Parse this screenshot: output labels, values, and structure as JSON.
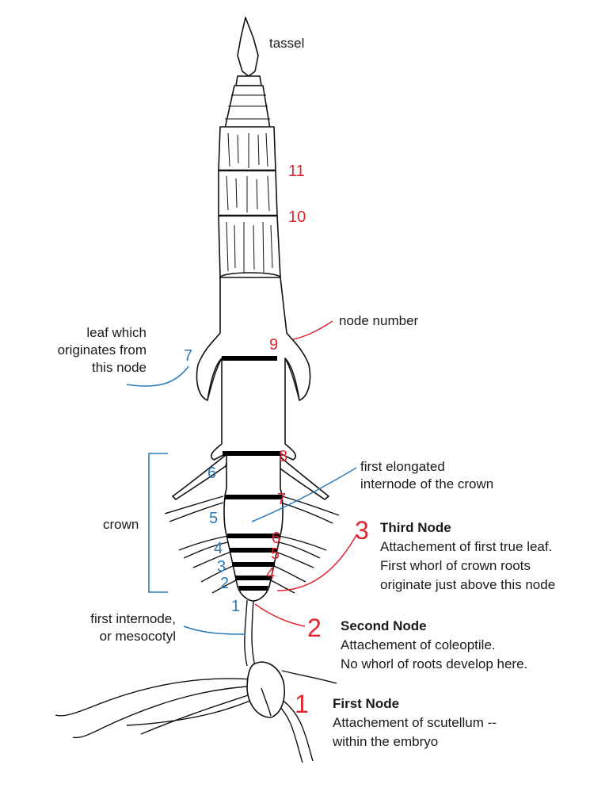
{
  "labels": {
    "tassel": "tassel",
    "node_number": "node number",
    "leaf_line1": "leaf which",
    "leaf_line2": "originates from",
    "leaf_line3": "this node",
    "crown": "crown",
    "first_elongated_line1": "first elongated",
    "first_elongated_line2": "internode of the crown",
    "first_internode_line1": "first internode,",
    "first_internode_line2": "or mesocotyl"
  },
  "red_node_numbers": [
    "11",
    "10",
    "9",
    "8",
    "7",
    "6",
    "5",
    "4"
  ],
  "blue_leaf_numbers": [
    "7",
    "6",
    "5",
    "4",
    "3",
    "2",
    "1"
  ],
  "nodes": {
    "third": {
      "number": "3",
      "title": "Third Node",
      "line1": "Attachement of first true leaf.",
      "line2": "First whorl of crown roots",
      "line3": "originate just above this node"
    },
    "second": {
      "number": "2",
      "title": "Second Node",
      "line1": "Attachement of coleoptile.",
      "line2": "No whorl of roots develop here."
    },
    "first": {
      "number": "1",
      "title": "First Node",
      "line1": "Attachement of scutellum --",
      "line2": "within the embryo"
    }
  },
  "colors": {
    "node_number": "#e0262f",
    "leaf_number": "#2a7ab8",
    "outline": "#111111"
  }
}
